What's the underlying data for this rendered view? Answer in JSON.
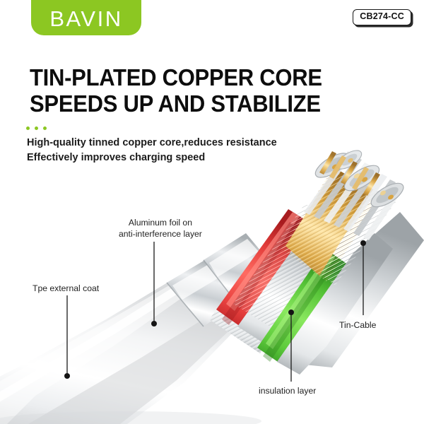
{
  "brand": {
    "logo_text": "BAVIN",
    "logo_bg_color": "#8CC722"
  },
  "model_badge": {
    "text": "CB274-CC"
  },
  "headline": {
    "line1": "TIN-PLATED COPPER CORE",
    "line2": "SPEEDS UP AND STABILIZE"
  },
  "subtitle": {
    "line1": "High-quality tinned copper core,reduces resistance",
    "line2": "Effectively improves charging speed",
    "bullet_color": "#8CC722"
  },
  "callouts": {
    "tpe": "Tpe external coat",
    "aluminum_line1": "Aluminum foil on",
    "aluminum_line2": "anti-interference layer",
    "tin_cable": "Tin-Cable",
    "insulation": "insulation layer"
  },
  "product_colors": {
    "jacket_white": "#f2f2f2",
    "foil_silver": "#c8cbcd",
    "core_red": "#E8413F",
    "core_green": "#5ECB3C",
    "copper_gold": "#D9A441",
    "tinned_silver": "#d6d9da"
  }
}
